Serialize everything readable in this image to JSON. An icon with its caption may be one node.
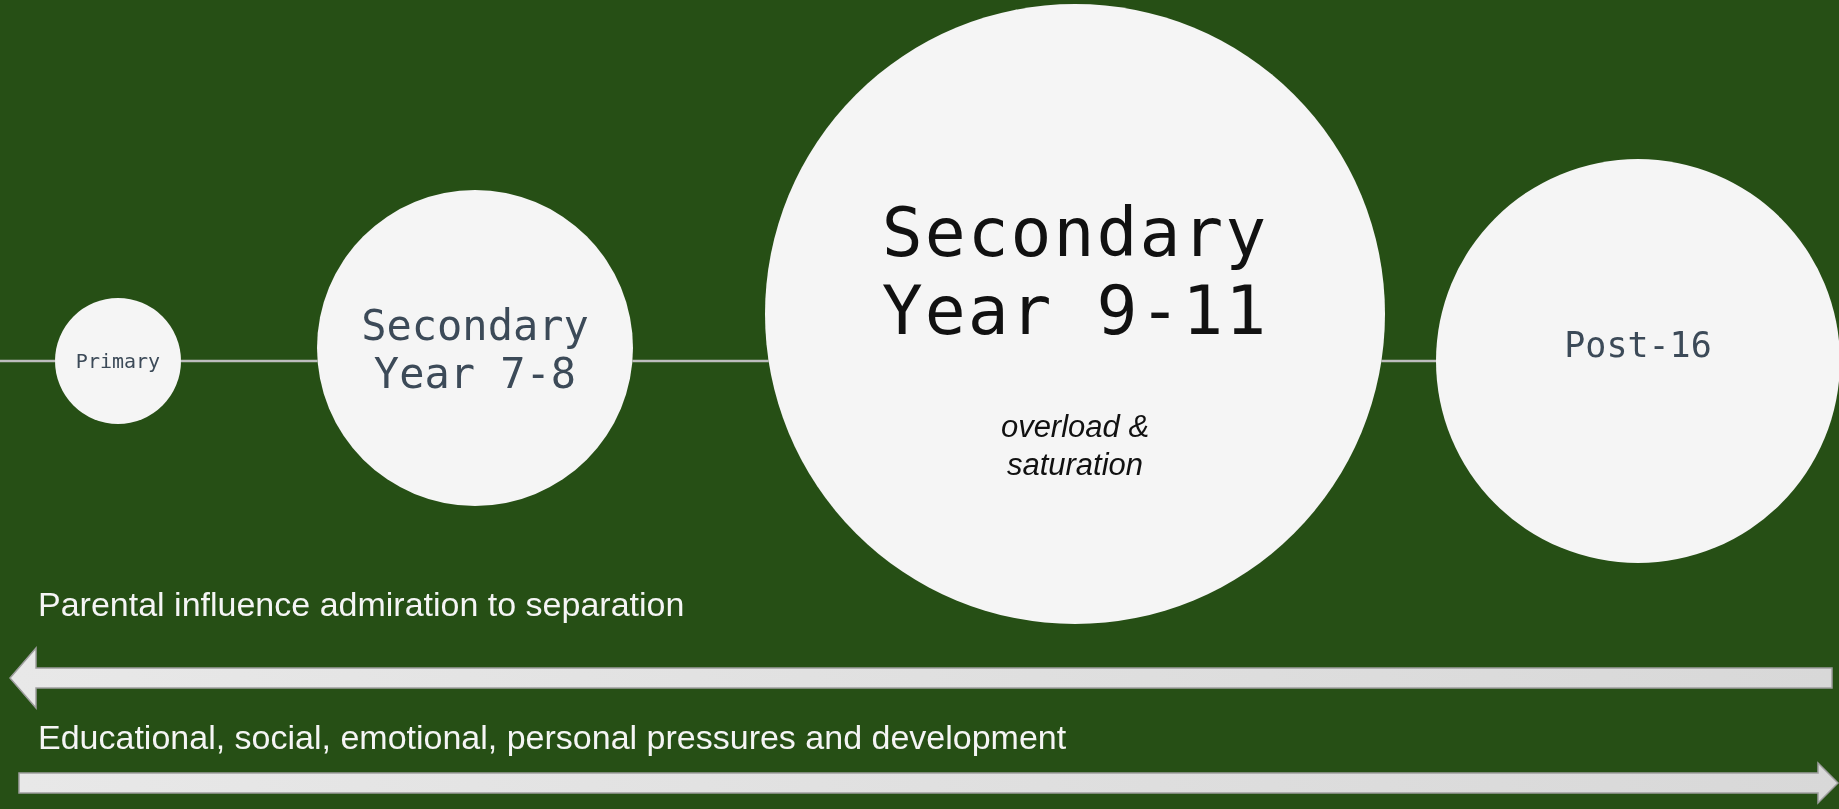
{
  "diagram": {
    "nodes": [
      {
        "text": [
          "Primary"
        ]
      },
      {
        "text": [
          "Secondary Year 7-8"
        ]
      },
      {
        "text": [
          "Secondary Year 9-11",
          "overload & saturation"
        ]
      },
      {
        "text": [
          "Post-16"
        ]
      }
    ],
    "edges": [
      {
        "from": null,
        "to": 0,
        "arrow": "none"
      },
      {
        "from": 0,
        "to": 1,
        "arrow": "none"
      },
      {
        "from": 1,
        "to": 2,
        "arrow": "none"
      },
      {
        "from": 2,
        "to": 3,
        "arrow": "none"
      }
    ],
    "labels": [
      "Parental influence admiration to separation",
      "Educational, social, emotional, personal pressures and development"
    ]
  }
}
